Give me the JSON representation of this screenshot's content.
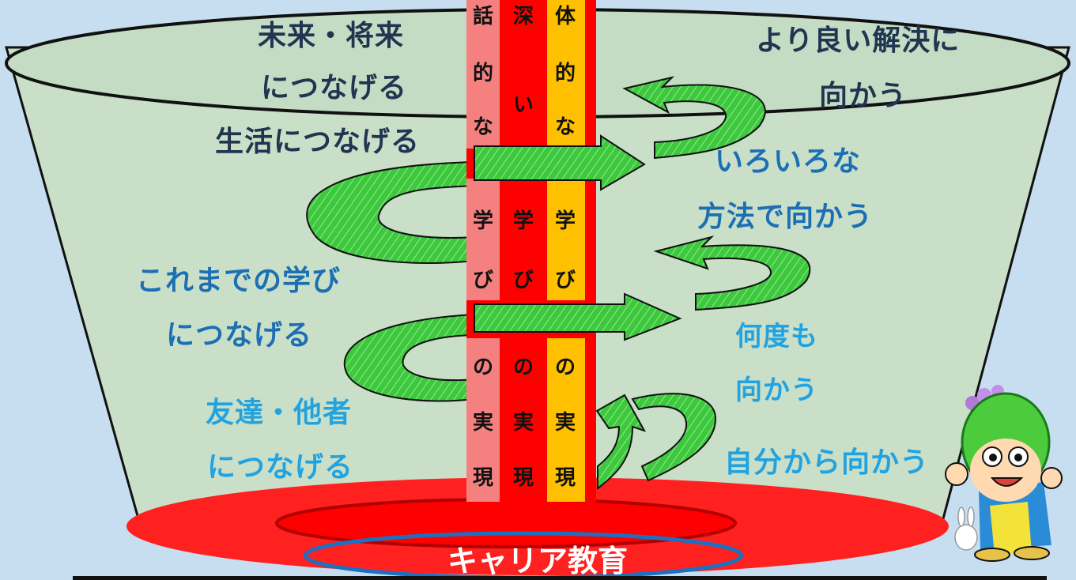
{
  "pillar": {
    "column1": {
      "chars": [
        "話",
        "的",
        "な",
        "学",
        "び",
        "の",
        "実",
        "現"
      ],
      "color": "#f58080"
    },
    "column2": {
      "chars": [
        "深",
        "い",
        "学",
        "び",
        "の",
        "実",
        "現"
      ],
      "color": "#ff0000"
    },
    "column3": {
      "chars": [
        "体",
        "的",
        "な",
        "学",
        "び",
        "の",
        "実",
        "現"
      ],
      "color": "#ffc000"
    }
  },
  "left_labels": {
    "future_line1": "未来・将来",
    "future_line2": "につなげる",
    "life": "生活につなげる",
    "prior_line1": "これまでの学び",
    "prior_line2": "につなげる",
    "friends_line1": "友達・他者",
    "friends_line2": "につなげる"
  },
  "right_labels": {
    "better_line1": "より良い解決に",
    "better_line2": "向かう",
    "methods_line1": "いろいろな",
    "methods_line2": "方法で向かう",
    "repeat_line1": "何度も",
    "repeat_line2": "向かう",
    "self": "自分から向かう"
  },
  "bottom_title": "キャリア教育",
  "colors": {
    "background": "#c6def0",
    "cup_fill": "#c9dfc8",
    "arrow_green": "#2fc52f",
    "base_red": "#ff1a1a",
    "oval_outline": "#1e6fc0"
  }
}
